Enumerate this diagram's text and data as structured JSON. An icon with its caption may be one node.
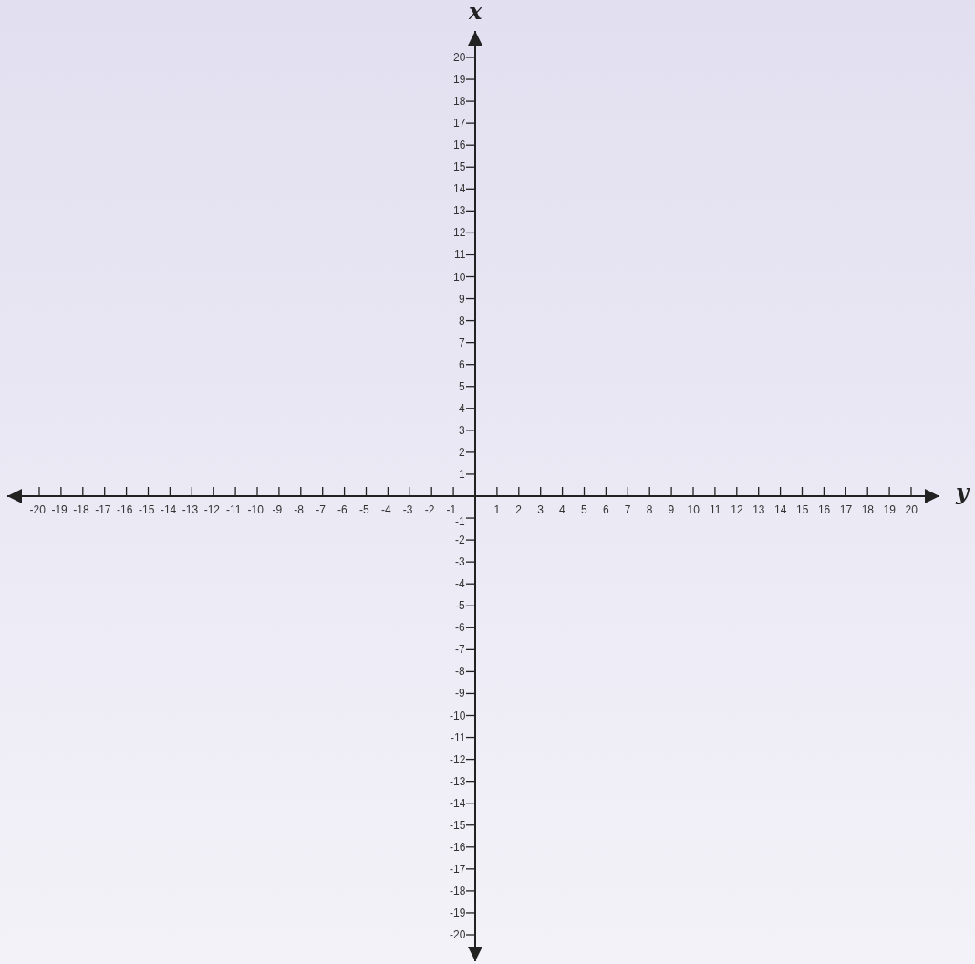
{
  "diagram": {
    "labels": [
      "x",
      "20",
      "19",
      "18",
      "17",
      "16",
      "15",
      "14",
      "13",
      "12",
      "11",
      "10",
      "9",
      "8",
      "7",
      "6",
      "5",
      "4",
      "3",
      "2",
      "1",
      "y",
      "-20",
      "-19",
      "-18",
      "-17",
      "-16",
      "-15",
      "-14",
      "-13",
      "-12",
      "-11",
      "-10",
      "-9",
      "-8",
      "-7",
      "-6",
      "-5",
      "-4",
      "-3",
      "-2",
      "-1",
      "1",
      "2",
      "3",
      "4",
      "5",
      "6",
      "7",
      "8",
      "9",
      "10",
      "11",
      "12",
      "13",
      "14",
      "15",
      "16",
      "17",
      "18",
      "19",
      "20",
      "-1",
      "-2",
      "-3",
      "-4",
      "-5",
      "-6",
      "-7",
      "-8",
      "-9",
      "-10",
      "-11",
      "-12",
      "-13",
      "-14",
      "-15",
      "-16",
      "-17",
      "-18",
      "-19",
      "-20"
    ]
  }
}
